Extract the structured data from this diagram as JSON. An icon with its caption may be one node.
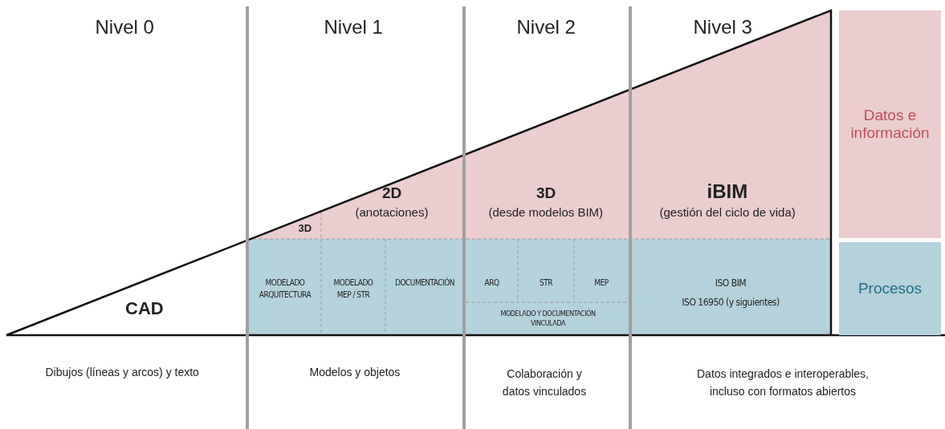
{
  "diagram": {
    "nodes": [
      {
        "text": [
          "Datos e información"
        ]
      },
      {
        "text": [
          "Procesos"
        ]
      },
      {
        "text": [
          "MODELADO ARQUITECTURA"
        ]
      },
      {
        "text": [
          "MODELADO MEP / STR"
        ]
      },
      {
        "text": [
          "DOCUMENTACIÓN"
        ]
      },
      {
        "text": [
          "ARQ"
        ]
      },
      {
        "text": [
          "STR"
        ]
      },
      {
        "text": [
          "MEP"
        ]
      },
      {
        "text": [
          "MODELADO Y DOCUMENTACIÓN VINCULADA"
        ]
      },
      {
        "text": [
          "ISO BIM",
          "ISO 16950 (y siguientes)"
        ]
      }
    ],
    "edges": [],
    "labels": [
      "Nivel 0",
      "Nivel 1",
      "Nivel 2",
      "Nivel 3",
      "2D",
      "(anotaciones)",
      "3D",
      "(desde modelos BIM)",
      "iBIM",
      "(gestión del ciclo de vida)",
      "3D",
      "CAD",
      "Dibujos (líneas y arcos) y texto",
      "Modelos y objetos",
      "Colaboración y datos vinculados",
      "Datos integrados e interoperables, incluso con formatos abiertos"
    ]
  }
}
